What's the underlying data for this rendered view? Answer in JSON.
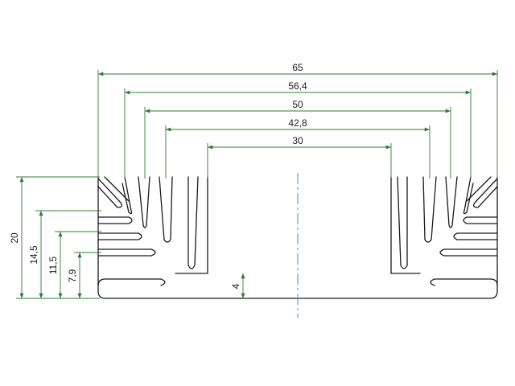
{
  "drawing": {
    "colors": {
      "outline": "#1a1a1a",
      "dimension": "#2e7d32",
      "centerline": "#1e9bd7",
      "background": "#ffffff"
    },
    "dimensions": {
      "horizontal": [
        "65",
        "56,4",
        "50",
        "42,8",
        "30"
      ],
      "vertical": [
        "20",
        "14,5",
        "11,5",
        "7,9"
      ],
      "base_thickness": "4"
    }
  }
}
